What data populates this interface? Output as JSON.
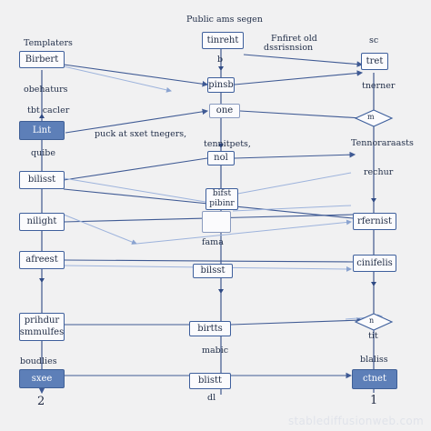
{
  "header": {
    "title_line1": "Public ams segen",
    "top_right_line1": "Fnfiret old",
    "top_right_line2": "dssrisnsion",
    "top_right_code": "sc"
  },
  "left_column": {
    "templates_label": "Templaters",
    "box_1": "Birbert",
    "label_obehatturs": "obehaturs",
    "label_tbt_cacler": "tbt cacler",
    "box_2_filled": "Lint",
    "label_quibe": "quibe",
    "box_3": "bilisst",
    "box_4": "nilight",
    "box_5": "afreest",
    "box_6_line1": "prihdur",
    "box_6_line2": "smmulfes",
    "label_boudlies": "boudlies",
    "box_7_filled": "sxee",
    "number_bottom": "2"
  },
  "center_column": {
    "box_top": "tinreht",
    "label_top_sub": "b",
    "box_2": "pinsb",
    "box_3": "one",
    "label_puck": "puck at sxet tnegers,",
    "label_tennips": "tennitpets,",
    "box_4": "nol",
    "box_5_line1": "bifst",
    "box_5_line2": "pibinr",
    "label_fama": "fama",
    "box_6": "bilsst",
    "box_7": "birtts",
    "label_mabic": "mabic",
    "box_8": "blistt",
    "label_bottom": "dl"
  },
  "right_column": {
    "box_1": "tret",
    "label_tnerner": "tnerner",
    "diamond_1": "m",
    "label_tennorarasts": "Tennoraraasts",
    "label_rechur": "rechur",
    "box_2": "rfernist",
    "box_3": "cinifelis",
    "diamond_2": "n",
    "label_tit": "tit",
    "label_blaliss": "blaliss",
    "box_4_filled": "ctnet",
    "number_bottom": "1"
  },
  "watermark": "stablediffusionweb.com",
  "colors": {
    "background": "#f1f1f2",
    "node_border": "#3e5f9c",
    "node_fill_accent": "#5d7fb8",
    "connector": "#3f5a94",
    "connector_faint": "#9db3dc"
  }
}
